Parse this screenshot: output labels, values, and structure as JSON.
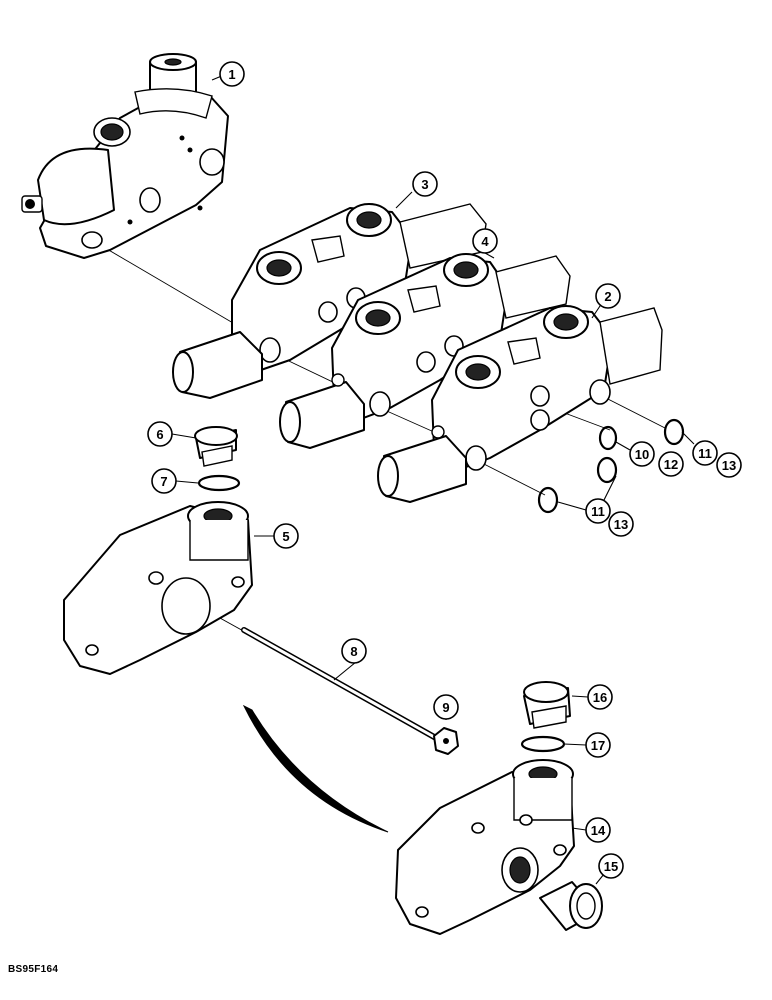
{
  "figure_code": "BS95F164",
  "callouts": [
    "1",
    "2",
    "3",
    "4",
    "5",
    "6",
    "7",
    "8",
    "9",
    "10",
    "11",
    "12",
    "13",
    "14",
    "15",
    "16",
    "17"
  ]
}
